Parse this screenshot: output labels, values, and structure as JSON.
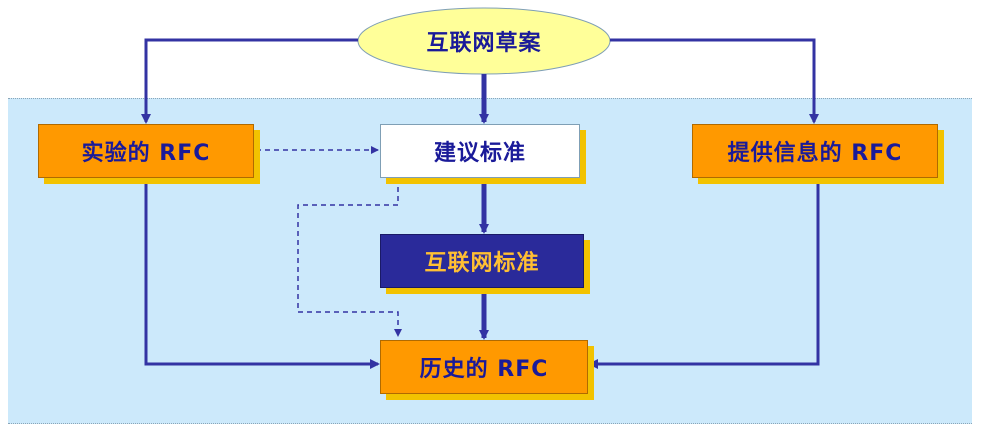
{
  "diagram": {
    "top": {
      "label": "互联网草案"
    },
    "left": {
      "label": "实验的 RFC"
    },
    "center": {
      "label": "建议标准"
    },
    "right": {
      "label": "提供信息的 RFC"
    },
    "standard": {
      "label": "互联网标准"
    },
    "bottom": {
      "label": "历史的 RFC"
    }
  },
  "colors": {
    "line": "#3333a3",
    "orange_box": "#ff9900",
    "navy_box": "#2a2a9a",
    "region_bg": "#cce9fb",
    "ellipse_fill": "#ffff99",
    "shadow": "#f2c200"
  }
}
